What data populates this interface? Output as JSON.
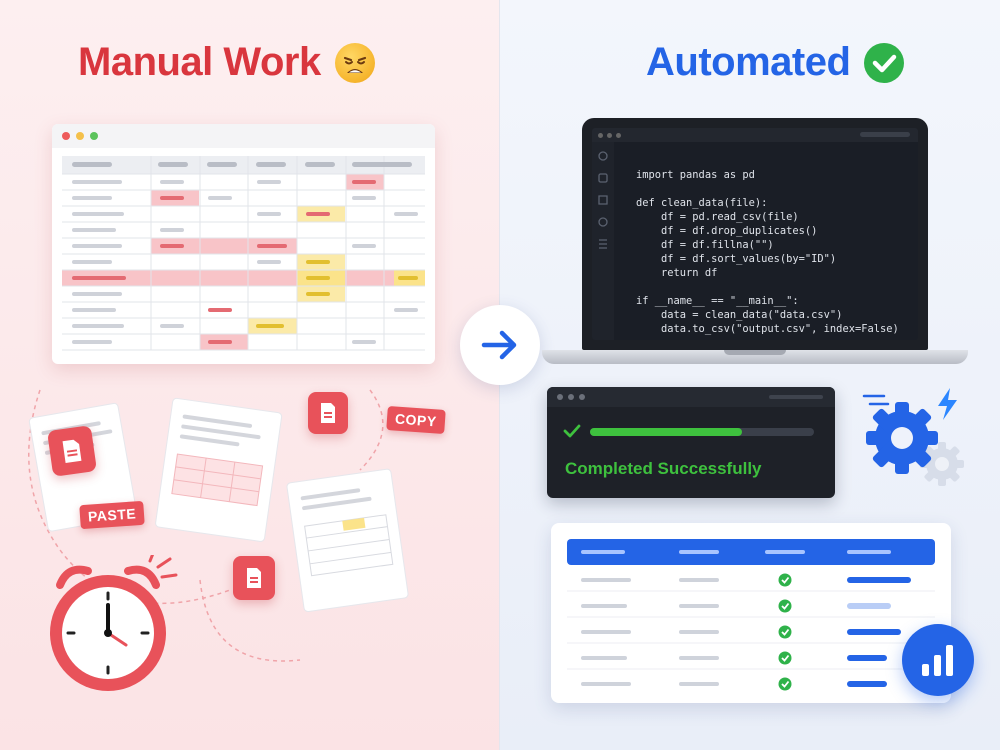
{
  "manual": {
    "title": "Manual Work",
    "emoji_icon": "tired-face-icon",
    "accent_color": "#d9363e",
    "tags": {
      "copy": "COPY",
      "paste": "PASTE"
    }
  },
  "automated": {
    "title": "Automated",
    "emoji_icon": "check-mark-icon",
    "accent_color": "#2464e6",
    "code_lines": [
      "import pandas as pd",
      "",
      "def clean_data(file):",
      "    df = pd.read_csv(file)",
      "    df = df.drop_duplicates()",
      "    df = df.fillna(\"\")",
      "    df = df.sort_values(by=\"ID\")",
      "    return df",
      "",
      "if __name__ == \"__main__\":",
      "    data = clean_data(\"data.csv\")",
      "    data.to_csv(\"output.csv\", index=False)"
    ],
    "status": {
      "text": "Completed Successfully",
      "progress": 0.68,
      "color": "#3ec13e"
    }
  },
  "icons": {
    "arrow": "arrow-right-icon",
    "gear": "gear-icon",
    "lightning": "lightning-icon",
    "alarm_clock": "alarm-clock-icon",
    "document": "document-icon",
    "bar_chart": "bar-chart-icon"
  }
}
